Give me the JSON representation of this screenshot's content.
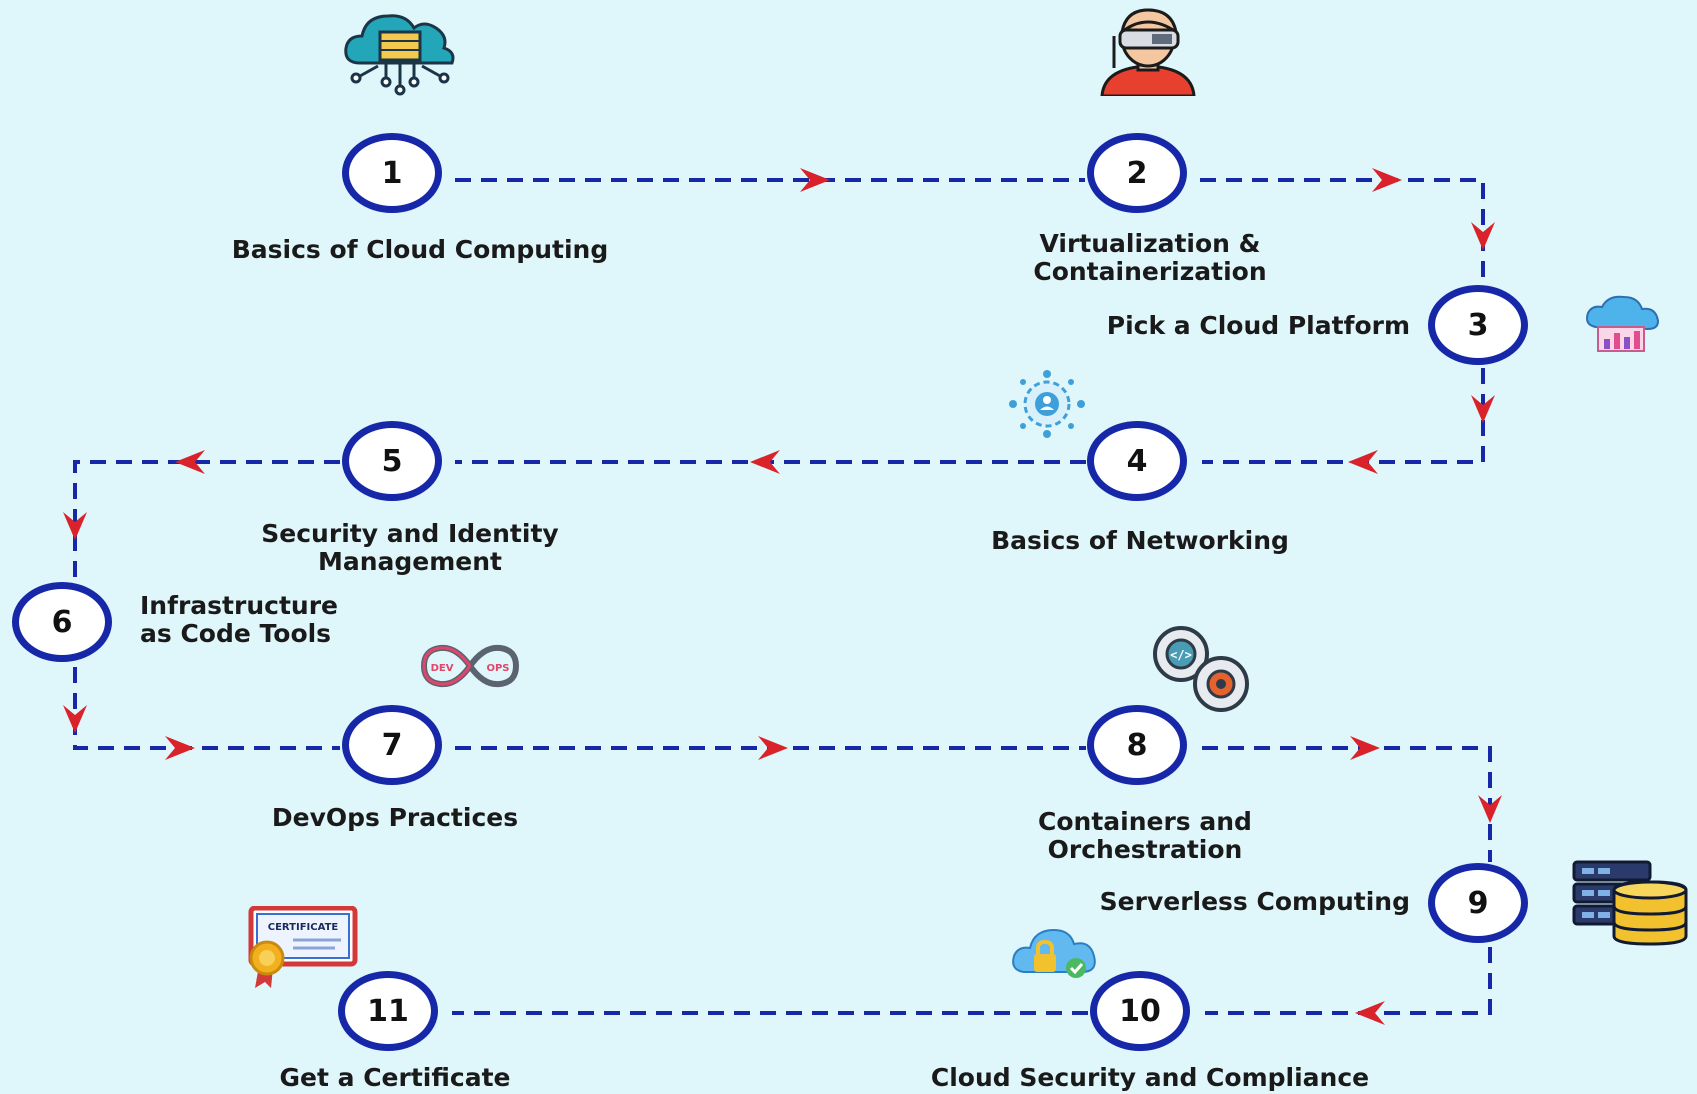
{
  "diagram": {
    "colors": {
      "background": "#dff6fb",
      "circle_border": "#1627a8",
      "connector": "#1627a8",
      "arrow": "#d9222a"
    },
    "steps": [
      {
        "number": "1",
        "label_lines": [
          "Basics of Cloud Computing"
        ],
        "icon": "cloud-server-icon"
      },
      {
        "number": "2",
        "label_lines": [
          "Virtualization &",
          "Containerization"
        ],
        "icon": "vr-headset-person-icon"
      },
      {
        "number": "3",
        "label_lines": [
          "Pick a Cloud Platform"
        ],
        "icon": "cloud-analytics-icon"
      },
      {
        "number": "4",
        "label_lines": [
          "Basics of Networking"
        ],
        "icon": "network-user-icon"
      },
      {
        "number": "5",
        "label_lines": [
          "Security and Identity",
          "Management"
        ],
        "icon": null
      },
      {
        "number": "6",
        "label_lines": [
          "Infrastructure",
          "as Code Tools"
        ],
        "icon": null
      },
      {
        "number": "7",
        "label_lines": [
          "DevOps Practices"
        ],
        "icon": "devops-loop-icon"
      },
      {
        "number": "8",
        "label_lines": [
          "Containers and",
          "Orchestration"
        ],
        "icon": "gears-code-icon"
      },
      {
        "number": "9",
        "label_lines": [
          "Serverless Computing"
        ],
        "icon": "server-database-icon"
      },
      {
        "number": "10",
        "label_lines": [
          "Cloud Security and Compliance"
        ],
        "icon": "cloud-lock-icon"
      },
      {
        "number": "11",
        "label_lines": [
          "Get a Certificate"
        ],
        "icon": "certificate-icon"
      }
    ],
    "devops_icon_text": [
      "DEV",
      "OPS"
    ],
    "certificate_icon_text": "CERTIFICATE"
  }
}
